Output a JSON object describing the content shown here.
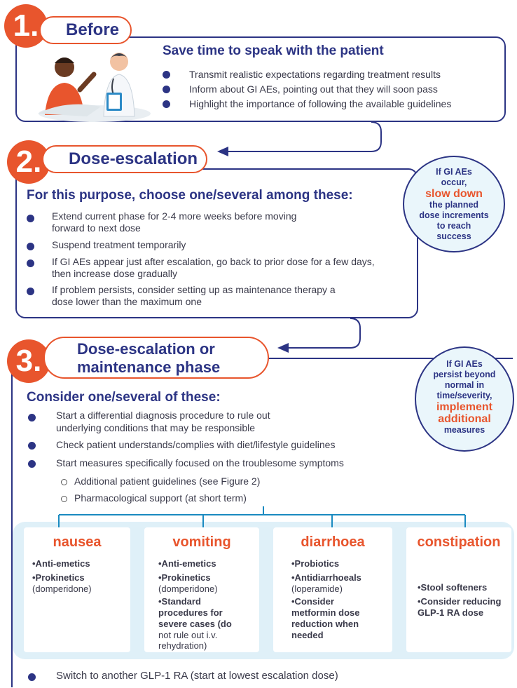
{
  "step1": {
    "number": "1.",
    "title": "Before",
    "heading": "Save time to speak with the patient",
    "bullets": [
      "Transmit realistic expectations regarding treatment results",
      "Inform about GI AEs, pointing out that they will soon pass",
      "Highlight the importance of following the available guidelines"
    ]
  },
  "step2": {
    "number": "2.",
    "title": "Dose-escalation",
    "heading": "For this purpose, choose one/several among these:",
    "bullets": [
      [
        "Extend current phase for 2-4 more weeks before moving",
        "forward to next dose"
      ],
      [
        "Suspend treatment temporarily"
      ],
      [
        "If GI AEs appear just after escalation, go back to prior dose for a few days,",
        "then increase dose gradually"
      ],
      [
        "If problem persists, consider setting up as maintenance therapy a",
        "dose lower than the maximum one"
      ]
    ],
    "bubble": {
      "line1": "If GI AEs",
      "line2": "occur,",
      "highlight": "slow down",
      "line3": "the planned",
      "line4": "dose increments",
      "line5": "to reach",
      "line6": "success"
    }
  },
  "step3": {
    "number": "3.",
    "title_line1": "Dose-escalation or",
    "title_line2": "maintenance phase",
    "heading": "Consider one/several of these:",
    "bullets": [
      [
        "Start a differential diagnosis procedure to rule out",
        "underlying conditions that may be responsible"
      ],
      [
        "Check patient understands/complies with diet/lifestyle guidelines"
      ],
      [
        "Start measures specifically focused on the troublesome symptoms"
      ]
    ],
    "sub_bullets": [
      "Additional patient guidelines (see Figure 2)",
      "Pharmacological support (at short term)"
    ],
    "bubble": {
      "line1": "If GI AEs",
      "line2": "persist beyond",
      "line3": "normal in",
      "line4": "time/severity,",
      "highlight1": "implement",
      "highlight2": "additional",
      "line5": "measures"
    },
    "final_bullet": "Switch to another GLP-1 RA (start at lowest escalation dose)"
  },
  "symptoms": [
    {
      "title": "nausea",
      "items": [
        [
          "•Anti-emetics"
        ],
        [
          "•Prokinetics",
          "(domperidone)"
        ]
      ]
    },
    {
      "title": "vomiting",
      "items": [
        [
          "•Anti-emetics"
        ],
        [
          "•Prokinetics",
          "(domperidone)"
        ],
        [
          "•Standard",
          "procedures for",
          "severe cases (do",
          "not rule out i.v.",
          "rehydration)"
        ]
      ]
    },
    {
      "title": "diarrhoea",
      "items": [
        [
          "•Probiotics"
        ],
        [
          "•Antidiarrhoeals",
          "(loperamide)"
        ],
        [
          "•Consider",
          "metformin dose",
          "reduction when",
          "needed"
        ]
      ]
    },
    {
      "title": "constipation",
      "items": [
        [
          "•Stool softeners"
        ],
        [
          "•Consider reducing",
          "GLP-1 RA dose"
        ]
      ]
    }
  ],
  "colors": {
    "accent": "#e8552d",
    "navy": "#2c3484",
    "tile_bg": "#dff0f8",
    "tree": "#1a8ac0"
  }
}
